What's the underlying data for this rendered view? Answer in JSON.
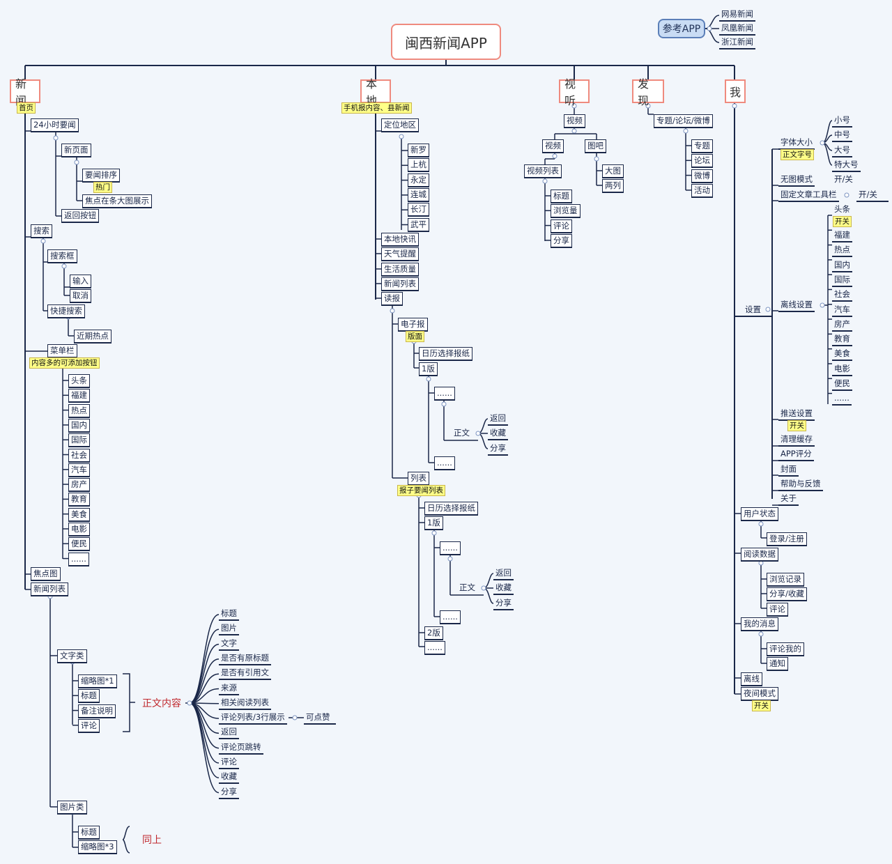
{
  "title": "闽西新闻APP",
  "reference": {
    "label": "参考APP",
    "items": [
      "网易新闻",
      "凤凰新闻",
      "浙江新闻"
    ]
  },
  "branches": {
    "news": "新闻",
    "local": "本地",
    "media": "视听",
    "discover": "发现",
    "me": "我"
  },
  "news": {
    "tag": "首页",
    "hours24": "24小时要闻",
    "newpage": "新页面",
    "sort": "要闻排序",
    "hot_tag": "热门",
    "focus_big": "焦点在条大图展示",
    "back_btn": "返回按钮",
    "search": "搜索",
    "search_box": "搜索框",
    "input": "输入",
    "cancel": "取消",
    "quick_search": "快捷搜索",
    "recent_hot": "近期热点",
    "menu": "菜单栏",
    "menu_tag": "内容多的可添加按钮",
    "menu_items": [
      "头条",
      "福建",
      "热点",
      "国内",
      "国际",
      "社会",
      "汽车",
      "房产",
      "教育",
      "美食",
      "电影",
      "便民",
      "......"
    ],
    "focus_img": "焦点图",
    "list": "新闻列表",
    "text_cat": "文字类",
    "text_items": [
      "缩略图*1",
      "标题",
      "备注说明",
      "评论"
    ],
    "body_label": "正文内容",
    "body_items": [
      "标题",
      "图片",
      "文字",
      "是否有原标题",
      "是否有引用文",
      "来源",
      "相关阅读列表",
      "评论列表/3行展示",
      "返回",
      "评论页跳转",
      "评论",
      "收藏",
      "分享"
    ],
    "like_note": "可点赞",
    "pic_cat": "图片类",
    "pic_items": [
      "标题",
      "缩略图*3"
    ],
    "same_note": "同上"
  },
  "local": {
    "tag": "手机报内容、县新闻",
    "locate": "定位地区",
    "regions": [
      "新罗",
      "上杭",
      "永定",
      "连城",
      "长汀",
      "武平"
    ],
    "express": "本地快讯",
    "weather": "天气提醒",
    "life": "生活质量",
    "news_list": "新闻列表",
    "read": "读报",
    "epaper": "电子报",
    "layout_tag": "版面",
    "calendar1": "日历选择报纸",
    "ed1": "1版",
    "dots1": "......",
    "body1": "正文",
    "acts1": [
      "返回",
      "收藏",
      "分享"
    ],
    "dots2": "......",
    "listnode": "列表",
    "list_tag": "报子要闻列表",
    "calendar2": "日历选择报纸",
    "ed1b": "1版",
    "dots3": "......",
    "body2": "正文",
    "acts2": [
      "返回",
      "收藏",
      "分享"
    ],
    "dots4": "......",
    "ed2": "2版",
    "dots5": "......"
  },
  "media": {
    "video": "视频",
    "video_sub": "视频",
    "tieba": "图吧",
    "video_list": "视频列表",
    "list_items": [
      "标题",
      "浏览量",
      "评论",
      "分享"
    ],
    "big": "大图",
    "two": "两列"
  },
  "discover": {
    "topic": "专题/论坛/微博",
    "items": [
      "专题",
      "论坛",
      "微博",
      "活动"
    ]
  },
  "me": {
    "settings": "设置",
    "font": "字体大小",
    "font_tag": "正文字号",
    "font_sizes": [
      "小号",
      "中号",
      "大号",
      "特大号"
    ],
    "noimg": "无图模式",
    "noimg_val": "开/关",
    "fix_toolbar": "固定文章工具栏",
    "fix_val": "开/关",
    "offline": "离线设置",
    "offline_top": "头条",
    "offline_tag": "开关",
    "offline_items": [
      "福建",
      "热点",
      "国内",
      "国际",
      "社会",
      "汽车",
      "房产",
      "教育",
      "美食",
      "电影",
      "便民",
      "......"
    ],
    "push": "推送设置",
    "push_tag": "开关",
    "clear": "清理缓存",
    "rate": "APP评分",
    "cover": "封面",
    "help": "帮助与反馈",
    "about": "关于",
    "user": "用户状态",
    "login": "登录/注册",
    "readdata": "阅读数据",
    "history": "浏览记录",
    "share_fav": "分享/收藏",
    "comment": "评论",
    "msgs": "我的消息",
    "comment_me": "评论我的",
    "notify": "通知",
    "offline2": "离线",
    "night": "夜间模式",
    "night_tag": "开关"
  }
}
